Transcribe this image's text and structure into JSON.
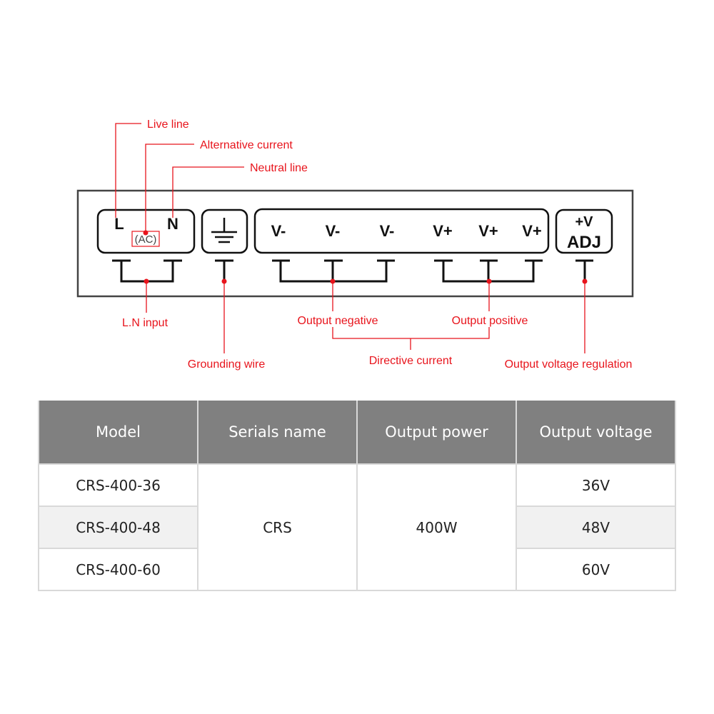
{
  "diagram": {
    "terminals": {
      "ac_block": {
        "left": "L",
        "right": "N",
        "center": "(AC)"
      },
      "ground_symbol": "ground-icon",
      "outputs": [
        "V-",
        "V-",
        "V-",
        "V+",
        "V+",
        "V+"
      ],
      "adjust": {
        "top": "+V",
        "bottom": "ADJ"
      }
    },
    "callouts": {
      "live_line": "Live line",
      "alternative_current": "Alternative current",
      "neutral_line": "Neutral line",
      "ln_input": "L.N input",
      "grounding_wire": "Grounding wire",
      "output_negative": "Output negative",
      "output_positive": "Output positive",
      "directive_current": "Directive current",
      "output_voltage_regulation": "Output voltage regulation"
    },
    "colors": {
      "callout": "#e8141c",
      "line": "#111111",
      "frame": "#444444"
    }
  },
  "table": {
    "headers": [
      "Model",
      "Serials name",
      "Output power",
      "Output voltage"
    ],
    "rows": [
      {
        "model": "CRS-400-36",
        "voltage": "36V"
      },
      {
        "model": "CRS-400-48",
        "voltage": "48V"
      },
      {
        "model": "CRS-400-60",
        "voltage": "60V"
      }
    ],
    "serials_name": "CRS",
    "output_power": "400W",
    "colors": {
      "header_bg": "#808080",
      "accent_rule": "#ee1111",
      "shade_row": "#f1f1f1"
    }
  }
}
